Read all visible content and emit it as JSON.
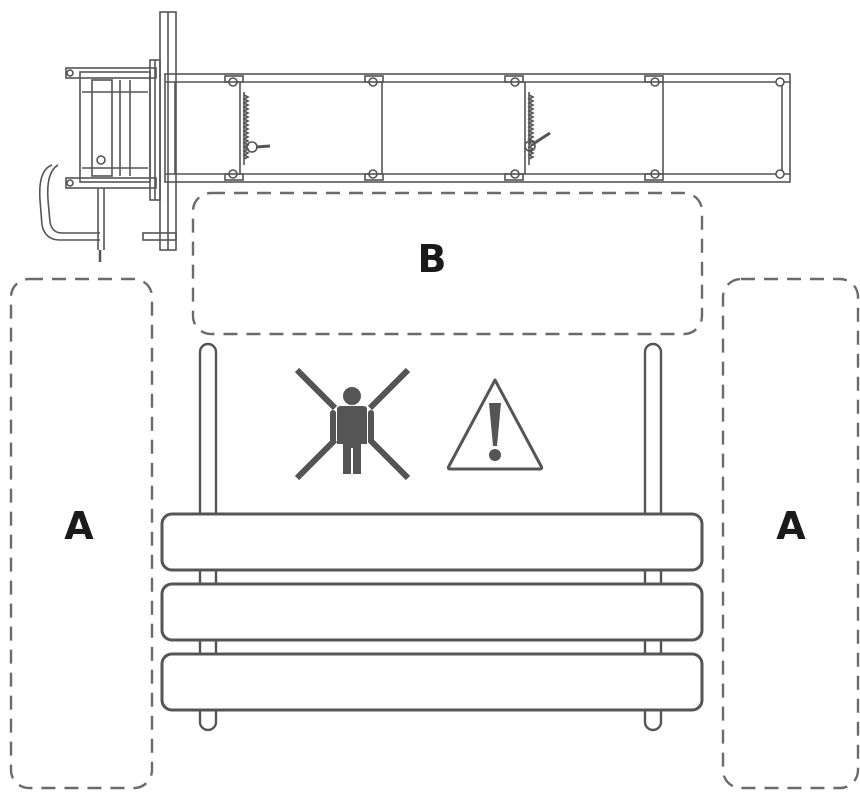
{
  "zones": {
    "left_label": "A",
    "right_label": "A",
    "top_label": "B"
  },
  "colors": {
    "stroke": "#555555",
    "dashed": "#6b6b6b",
    "text": "#1a1a1a",
    "fill_white": "#ffffff"
  },
  "icons": {
    "person": "person-prohibited-icon",
    "warning": "warning-triangle-icon"
  }
}
